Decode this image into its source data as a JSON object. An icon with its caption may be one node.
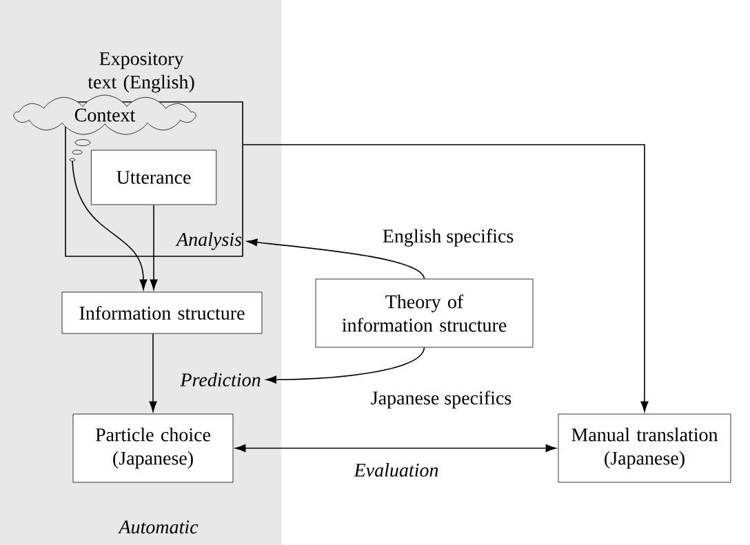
{
  "diagram": {
    "nodes": [
      {
        "text": [
          "Automatic"
        ]
      },
      {
        "text": [
          "Expository text (English)"
        ],
        "in": 0
      },
      {
        "text": [
          "Context"
        ],
        "in": 0
      },
      {
        "text": [
          "Utterance"
        ],
        "in": 1
      },
      {
        "text": [
          "Information structure"
        ],
        "in": 0
      },
      {
        "text": [
          "Analysis"
        ],
        "in": 1
      },
      {
        "text": [
          "Theory of information structure"
        ]
      },
      {
        "text": [
          "Prediction"
        ],
        "in": 0
      },
      {
        "text": [
          "Particle choice (Japanese)"
        ],
        "in": 0
      },
      {
        "text": [
          "Manual translation (Japanese)"
        ]
      }
    ],
    "edges": [
      {
        "from": 2,
        "to": 4,
        "arrow": "to"
      },
      {
        "from": 3,
        "to": 4,
        "arrow": "to"
      },
      {
        "from": 6,
        "to": 5,
        "arrow": "to",
        "label": "English specifics"
      },
      {
        "from": 6,
        "to": 7,
        "arrow": "to",
        "label": "Japanese specifics"
      },
      {
        "from": 4,
        "to": 8,
        "arrow": "to"
      },
      {
        "from": 8,
        "to": 9,
        "arrow": "both",
        "label": "Evaluation"
      },
      {
        "from": 1,
        "to": 9,
        "arrow": "to"
      }
    ]
  }
}
